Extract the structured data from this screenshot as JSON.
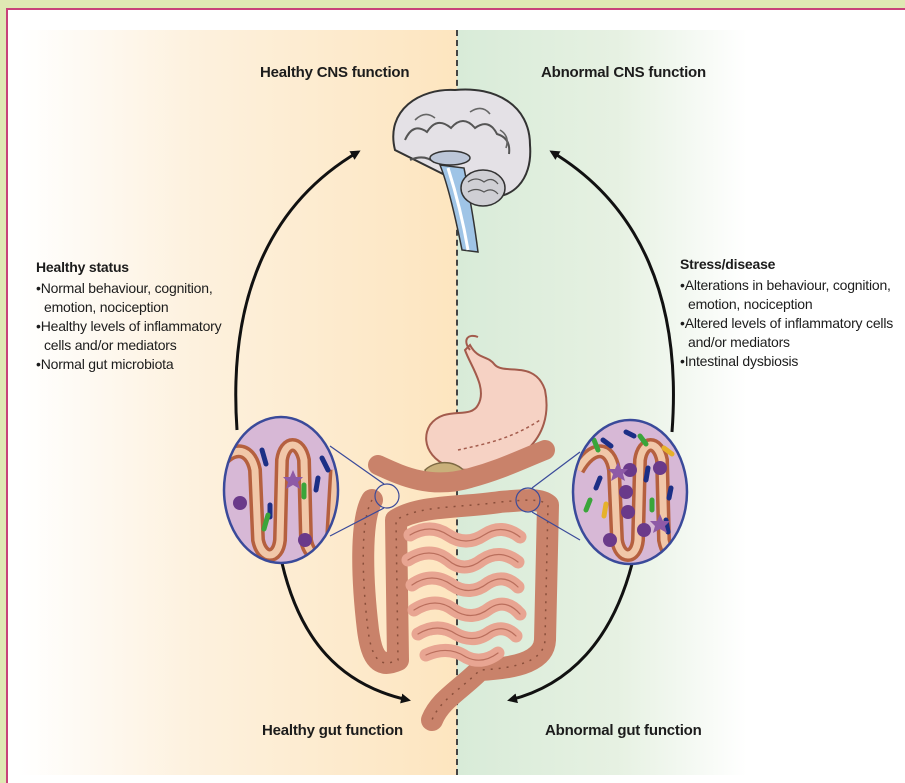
{
  "labels": {
    "top_left": "Healthy CNS function",
    "top_right": "Abnormal CNS function",
    "bottom_left": "Healthy gut function",
    "bottom_right": "Abnormal gut function"
  },
  "healthy_panel": {
    "title": "Healthy status",
    "items": [
      "Normal behaviour, cognition, emotion, nociception",
      "Healthy levels of inflammatory cells and/or mediators",
      "Normal gut microbiota"
    ]
  },
  "disease_panel": {
    "title": "Stress/disease",
    "items": [
      "Alterations in behaviour, cognition, emotion, nociception",
      "Altered levels of inflammatory cells and/or mediators",
      "Intestinal dysbiosis"
    ]
  },
  "colors": {
    "healthy_bg": "#fde5bf",
    "disease_bg": "#d8ebd8",
    "frame_border": "#c8417a",
    "gut": "#e8a592",
    "colon": "#c9826a",
    "lens": "#c9a3c2"
  }
}
